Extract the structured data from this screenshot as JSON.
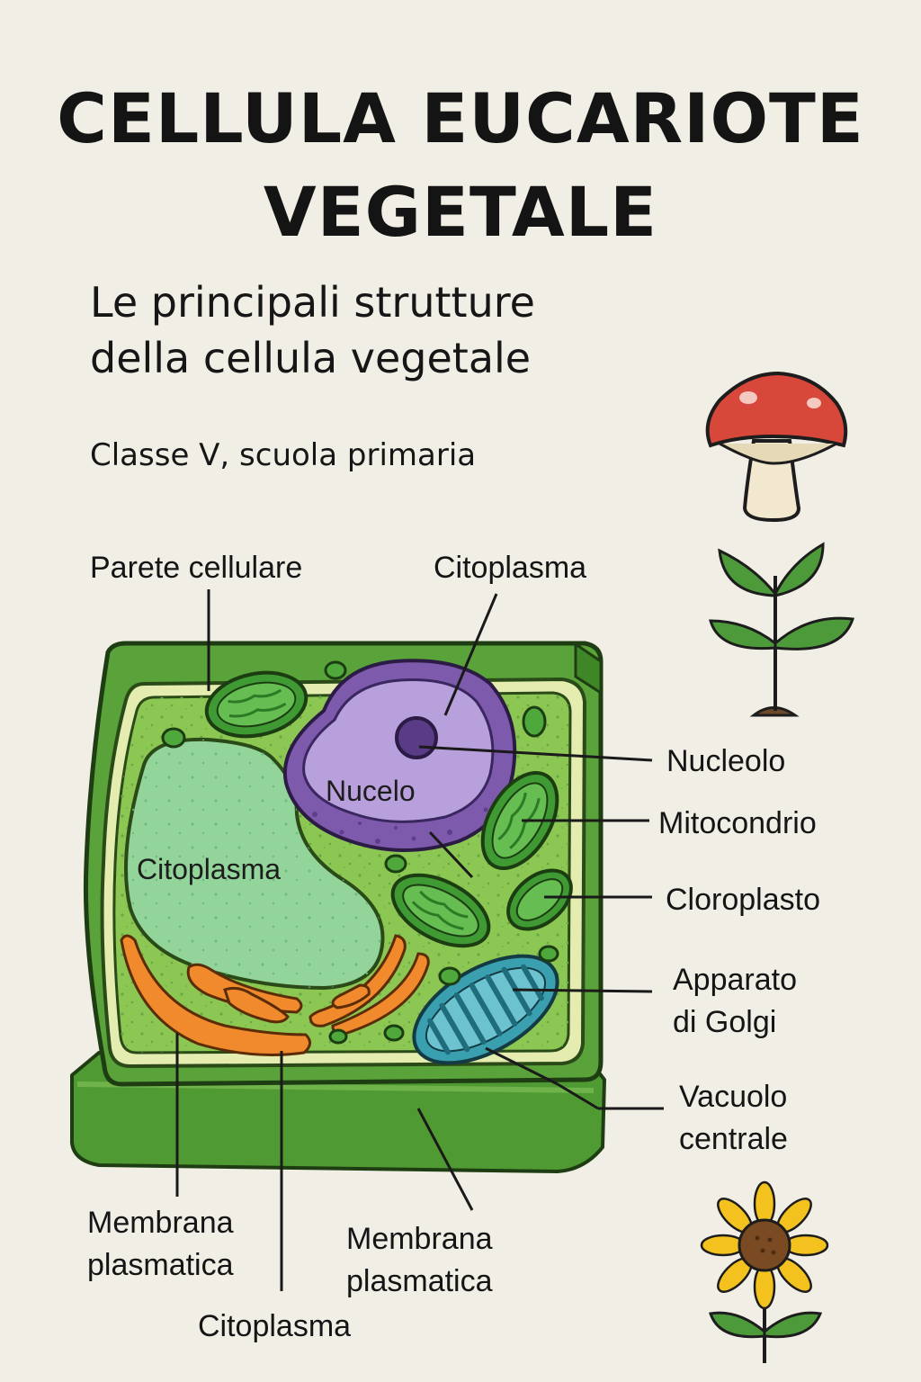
{
  "header": {
    "title_line1": "CELLULA EUCARIOTE",
    "title_line2": "VEGETALE",
    "subtitle_line1": "Le principali strutture",
    "subtitle_line2": "della cellula vegetale",
    "grade": "Classe V, scuola primaria"
  },
  "labels": {
    "parete_cellulare": "Parete cellulare",
    "citoplasma_top": "Citoplasma",
    "nucleolo": "Nucleolo",
    "mitocondrio": "Mitocondrio",
    "cloroplasto": "Cloroplasto",
    "apparato_line1": "Apparato",
    "apparato_line2": "di Golgi",
    "vacuolo_line1": "Vacuolo",
    "vacuolo_line2": "centrale",
    "membrana_left_line1": "Membrana",
    "membrana_left_line2": "plasmatica",
    "membrana_right_line1": "Membrana",
    "membrana_right_line2": "plasmatica",
    "citoplasma_bottom": "Citoplasma",
    "nucleo_inner": "Nucelo",
    "citoplasma_inner": "Citoplasma"
  },
  "icons": [
    "mushroom-icon",
    "sprout-icon",
    "sunflower-icon"
  ],
  "colors": {
    "cell_wall": "#5aa23a",
    "cytoplasm": "#8cc653",
    "vacuole": "#92d49a",
    "nucleus": "#8b6bb8",
    "golgi": "#f08a2c",
    "mitochondrion": "#3a9fae",
    "chloroplast": "#48a43a"
  }
}
